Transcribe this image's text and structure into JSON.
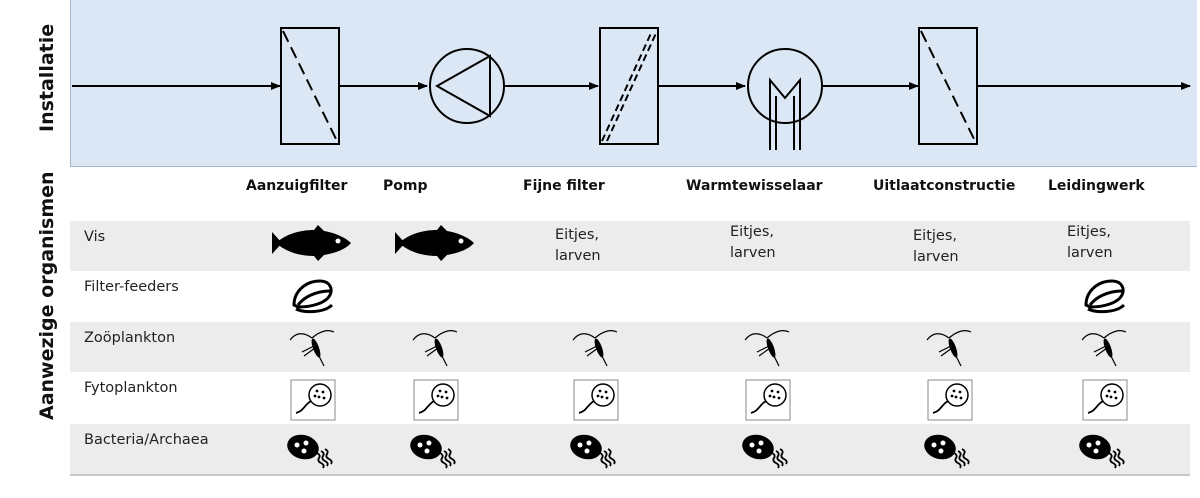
{
  "sections": {
    "installation_label": "Installatie",
    "organisms_label": "Aanwezige organismen"
  },
  "components": [
    {
      "id": "intake-filter",
      "label": "Aanzuigfilter"
    },
    {
      "id": "pump",
      "label": "Pomp"
    },
    {
      "id": "fine-filter",
      "label": "Fijne filter"
    },
    {
      "id": "heat-exchanger",
      "label": "Warmtewisselaar"
    },
    {
      "id": "outlet",
      "label": "Uitlaatconstructie"
    },
    {
      "id": "piping",
      "label": "Leidingwerk"
    }
  ],
  "rows": [
    {
      "label": "Vis",
      "cells": [
        "fish-icon",
        "fish-icon",
        "Eitjes,\nlarven",
        "Eitjes,\nlarven",
        "Eitjes,\nlarven",
        "Eitjes,\nlarven"
      ]
    },
    {
      "label": "Filter-feeders",
      "cells": [
        "mussel-icon",
        "",
        "",
        "",
        "",
        "mussel-icon"
      ]
    },
    {
      "label": "Zoöplankton",
      "cells": [
        "zooplankton-icon",
        "zooplankton-icon",
        "zooplankton-icon",
        "zooplankton-icon",
        "zooplankton-icon",
        "zooplankton-icon"
      ]
    },
    {
      "label": "Fytoplankton",
      "cells": [
        "phytoplankton-icon",
        "phytoplankton-icon",
        "phytoplankton-icon",
        "phytoplankton-icon",
        "phytoplankton-icon",
        "phytoplankton-icon"
      ]
    },
    {
      "label": "Bacteria/Archaea",
      "cells": [
        "bacterium-icon",
        "bacterium-icon",
        "bacterium-icon",
        "bacterium-icon",
        "bacterium-icon",
        "bacterium-icon"
      ]
    }
  ],
  "colors": {
    "panel": "#dce7f5",
    "shaded_row": "#ececec",
    "line": "#000000"
  }
}
